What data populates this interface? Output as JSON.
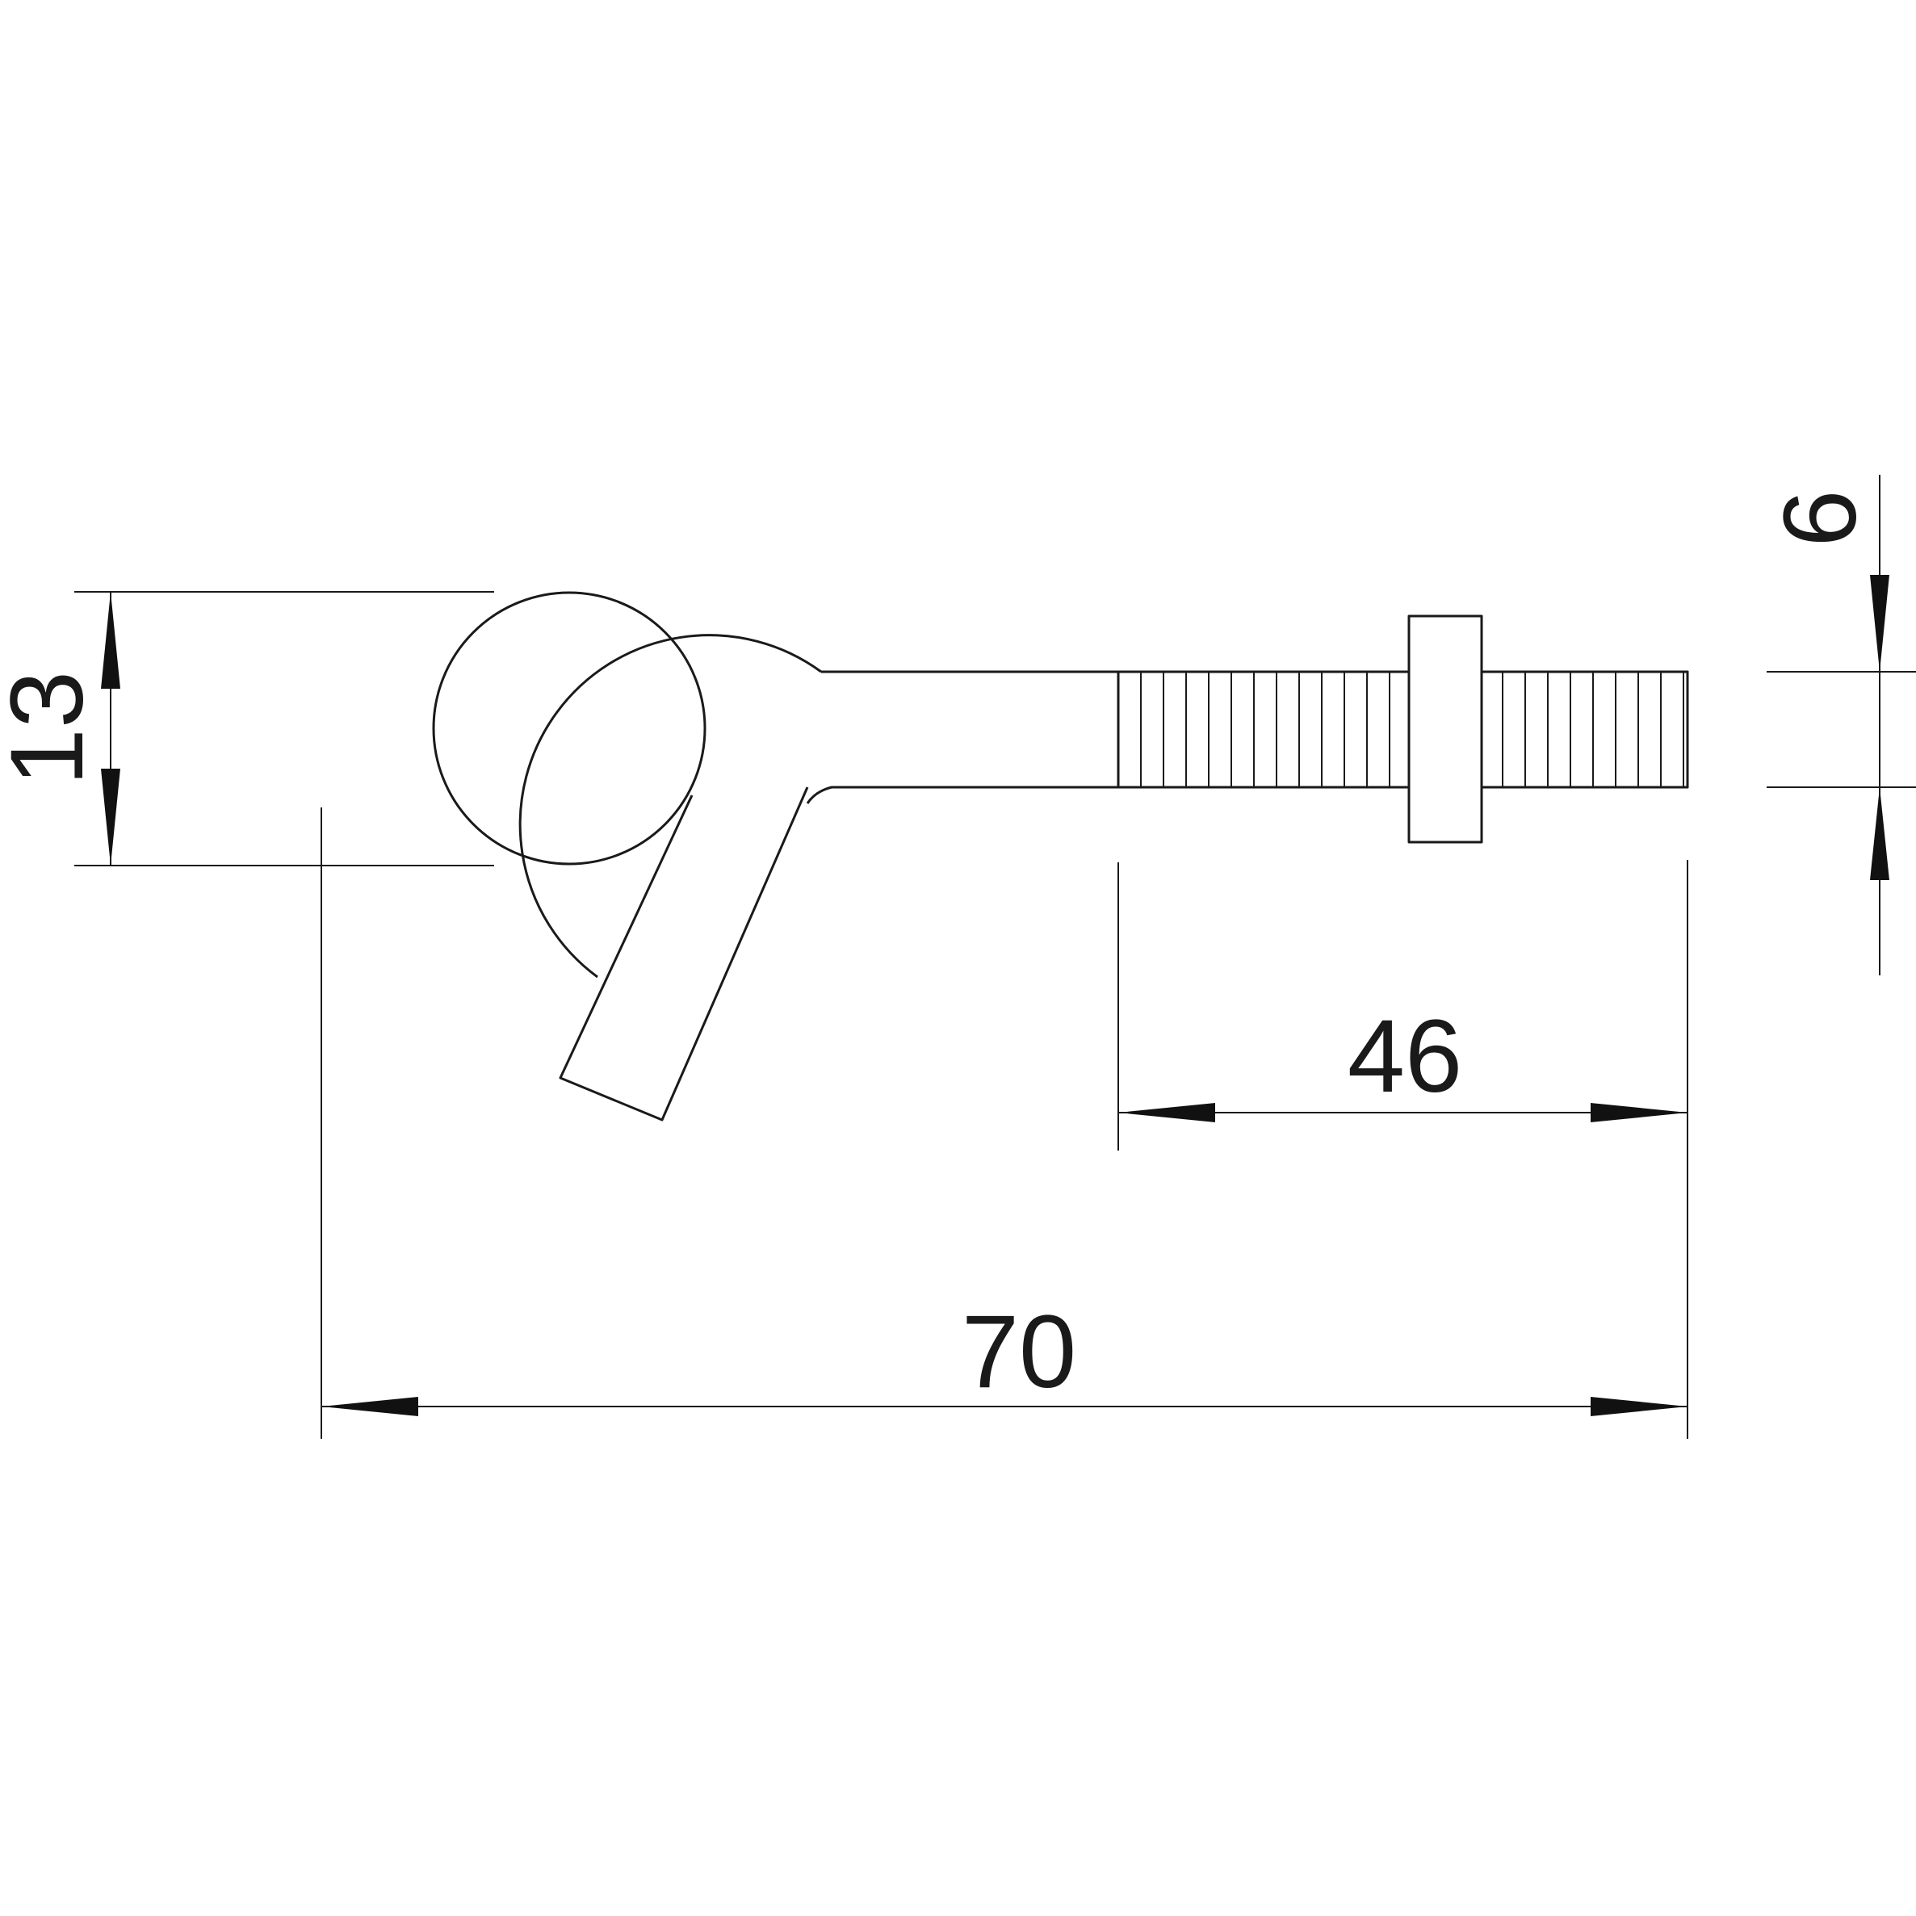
{
  "drawing": {
    "part": "eye-bolt-with-nut",
    "dimensions": {
      "overall_length": "70",
      "thread_length": "46",
      "eye_inner_diameter": "13",
      "thread_diameter": "6"
    },
    "colors": {
      "line": "#1a1a1a",
      "background": "#ffffff"
    }
  }
}
